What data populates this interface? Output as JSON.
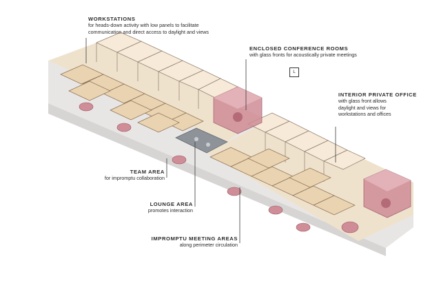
{
  "callouts": {
    "workstations": {
      "title": "WORKSTATIONS",
      "lines": [
        "for heads-down activity with low panels to facilitate",
        "communication and direct access to daylight and views"
      ]
    },
    "conference": {
      "title": "ENCLOSED CONFERENCE ROOMS",
      "lines": [
        "with glass fronts for acoustically private meetings"
      ]
    },
    "private_office": {
      "title": "INTERIOR PRIVATE OFFICE",
      "lines": [
        "with glass front allows",
        "daylight and views for",
        "workstations and offices"
      ]
    },
    "team": {
      "title": "TEAM AREA",
      "lines": [
        "for impromptu collaboration"
      ]
    },
    "lounge": {
      "title": "LOUNGE AREA",
      "lines": [
        "promotes interaction"
      ]
    },
    "impromptu": {
      "title": "IMPROMPTU MEETING AREAS",
      "lines": [
        "along perimeter circulation"
      ]
    }
  },
  "north_marker": "L",
  "colors": {
    "floor": "#e6e4e2",
    "desk": "#e9d3b1",
    "desk_dark": "#c9a57f",
    "wall": "#f5e6d3",
    "conference": "#cf8d97",
    "conference_dark": "#b56a78",
    "lounge": "#8e9399",
    "line": "#3a3a3a"
  }
}
